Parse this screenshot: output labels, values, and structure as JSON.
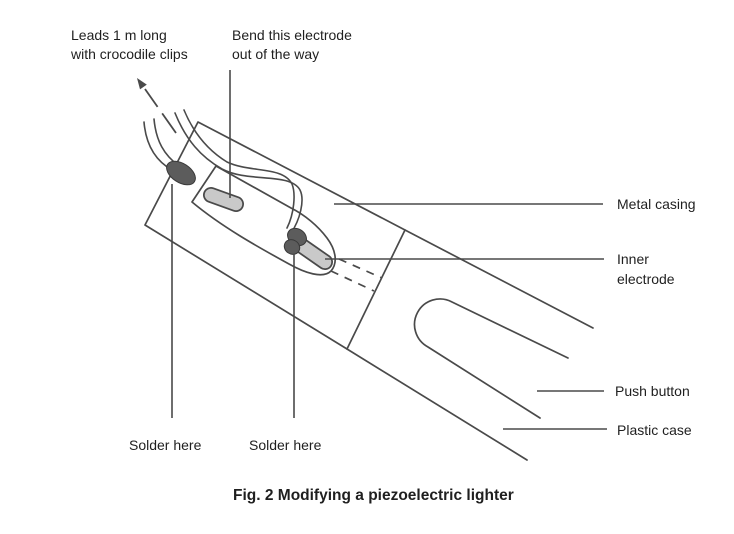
{
  "figure": {
    "caption": "Fig. 2 Modifying a piezoelectric lighter"
  },
  "annotations": {
    "leads": {
      "line1": "Leads 1 m long",
      "line2": "with crocodile clips"
    },
    "bend": {
      "line1": "Bend this electrode",
      "line2": "out of the way"
    },
    "metal_casing": "Metal casing",
    "inner_electrode": {
      "line1": "Inner",
      "line2": "electrode"
    },
    "push_button": "Push button",
    "plastic_case": "Plastic case",
    "solder_left": "Solder here",
    "solder_right": "Solder here"
  },
  "icons": {
    "direction_arrow": "dashed-arrow-up-left"
  },
  "colors": {
    "line": "#4a4a4a",
    "text": "#1f1f1f",
    "solder_blob": "#5c5c5c",
    "electrode_gray": "#c9c9c9",
    "background": "#ffffff"
  }
}
